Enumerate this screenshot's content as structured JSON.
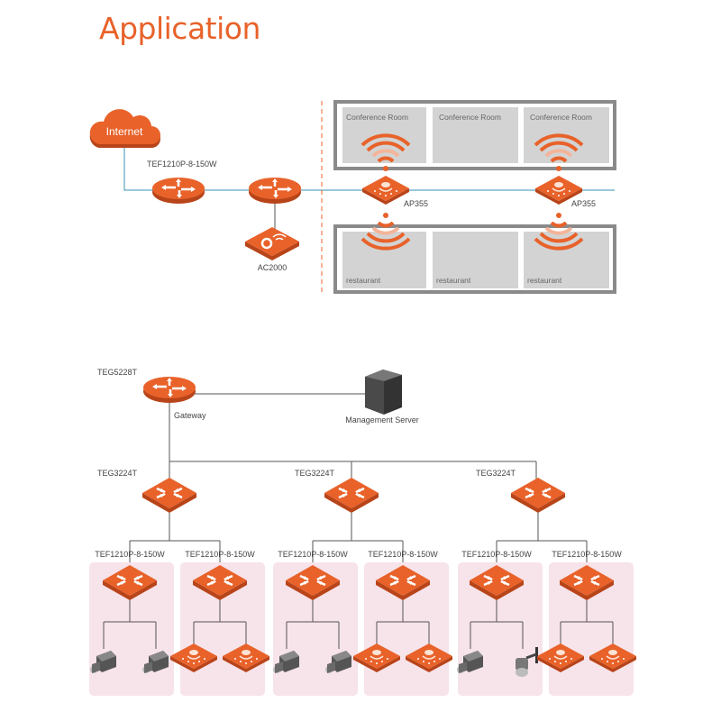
{
  "title": "Application",
  "colors": {
    "accent": "#e8622a",
    "panel": "#f7e3ea",
    "room": "#d3d3d3",
    "room_border": "#8a8a8a",
    "link_top": "#3a8fb0"
  },
  "top": {
    "cloud_label": "Internet",
    "switch_label": "TEF1210P-8-150W",
    "controller_label": "AC2000",
    "ap_labels": [
      "AP355",
      "AP355"
    ],
    "upper_rooms": [
      "Conference Room",
      "Conference Room",
      "Conference Room"
    ],
    "lower_rooms": [
      "restaurant",
      "restaurant",
      "restaurant"
    ]
  },
  "bottom": {
    "gateway_model": "TEG5228T",
    "gateway_label": "Gateway",
    "server_label": "Management Server",
    "core_switches": [
      "TEG3224T",
      "TEG3224T",
      "TEG3224T"
    ],
    "access_switches": [
      "TEF1210P-8-150W",
      "TEF1210P-8-150W",
      "TEF1210P-8-150W",
      "TEF1210P-8-150W",
      "TEF1210P-8-150W",
      "TEF1210P-8-150W"
    ],
    "endpoints": [
      [
        "camera-icon",
        "camera-icon"
      ],
      [
        "access-point-icon",
        "access-point-icon"
      ],
      [
        "camera-icon",
        "camera-icon"
      ],
      [
        "access-point-icon",
        "access-point-icon"
      ],
      [
        "camera-icon",
        "dome-camera-icon"
      ],
      [
        "access-point-icon",
        "access-point-icon"
      ]
    ]
  }
}
